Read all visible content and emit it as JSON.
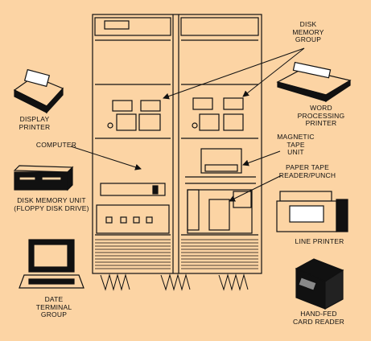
{
  "diagram": {
    "background": "#fcd4a4",
    "ink": "#111111",
    "labels": {
      "disk_memory_group_1": "DISK",
      "disk_memory_group_2": "MEMORY",
      "disk_memory_group_3": "GROUP",
      "display_printer_1": "DISPLAY",
      "display_printer_2": "PRINTER",
      "word_processing_1": "WORD",
      "word_processing_2": "PROCESSING",
      "word_processing_3": "PRINTER",
      "computer": "COMPUTER",
      "magnetic_tape_1": "MAGNETIC",
      "magnetic_tape_2": "TAPE",
      "magnetic_tape_3": "UNIT",
      "paper_tape_1": "PAPER TAPE",
      "paper_tape_2": "READER/PUNCH",
      "disk_memory_unit_1": "DISK MEMORY UNIT",
      "disk_memory_unit_2": "(FLOPPY DISK DRIVE)",
      "line_printer": "LINE PRINTER",
      "date_terminal_1": "DATE",
      "date_terminal_2": "TERMINAL",
      "date_terminal_3": "GROUP",
      "card_reader_1": "HAND-FED",
      "card_reader_2": "CARD READER"
    }
  }
}
